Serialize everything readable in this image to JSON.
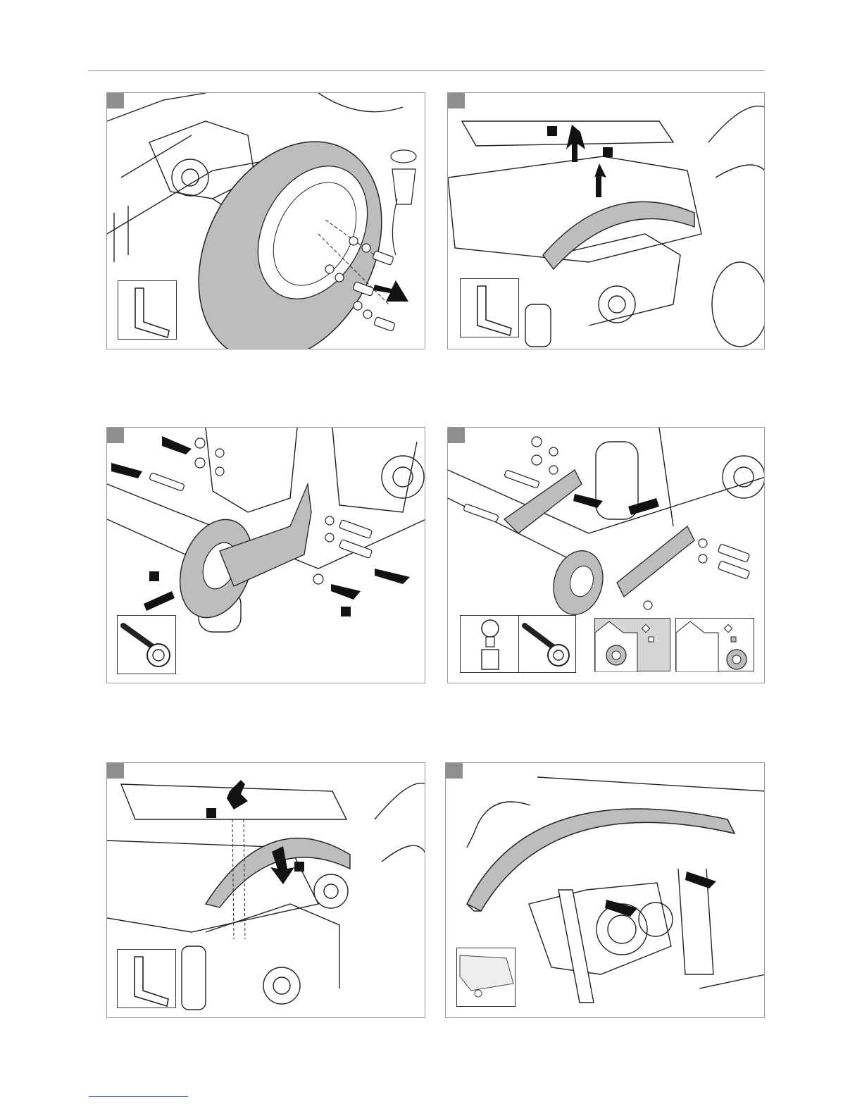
{
  "page": {
    "panels": [
      {
        "id": "panel-1",
        "description_icon": "hex-key-icon",
        "markers": 0
      },
      {
        "id": "panel-2",
        "description_icon": "hex-key-icon",
        "markers": 2
      },
      {
        "id": "panel-3",
        "description_icon": "ring-spanner-icon",
        "markers": 2
      },
      {
        "id": "panel-4",
        "description_icon": "torque-wrench-icon",
        "markers": 0
      },
      {
        "id": "panel-5",
        "description_icon": "hex-key-icon",
        "markers": 2
      },
      {
        "id": "panel-6",
        "description_icon": "detail-inset-icon",
        "markers": 0
      }
    ],
    "colors": {
      "panel_border": "#9a9a9a",
      "step_tab": "#8f8f8f",
      "part_fill": "#bdbdbd",
      "arrow": "#111111"
    }
  }
}
